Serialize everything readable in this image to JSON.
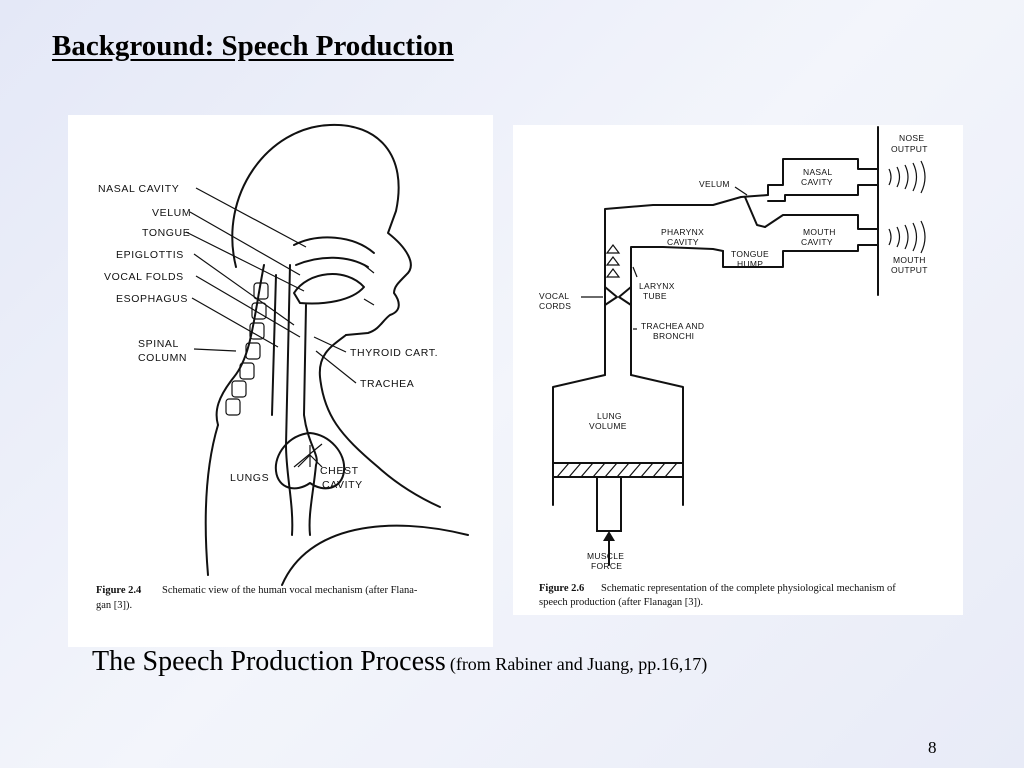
{
  "slide": {
    "title": "Background: Speech Production",
    "caption_main": "The Speech Production Process",
    "caption_source": "(from Rabiner and Juang, pp.16,17)",
    "page_number": "8"
  },
  "figure_left": {
    "labels": {
      "nasal_cavity": "NASAL CAVITY",
      "velum": "VELUM",
      "tongue": "TONGUE",
      "epiglottis": "EPIGLOTTIS",
      "vocal_folds": "VOCAL FOLDS",
      "esophagus": "ESOPHAGUS",
      "spinal_1": "SPINAL",
      "spinal_2": "COLUMN",
      "thyroid": "THYROID CART.",
      "trachea": "TRACHEA",
      "lungs": "LUNGS",
      "chest_1": "CHEST",
      "chest_2": "CAVITY"
    },
    "caption_bold": "Figure 2.4",
    "caption_line1": "Schematic view of the human vocal mechanism (after Flana-",
    "caption_line2": "gan [3])."
  },
  "figure_right": {
    "labels": {
      "nose_1": "NOSE",
      "nose_2": "OUTPUT",
      "velum": "VELUM",
      "nasal_1": "NASAL",
      "nasal_2": "CAVITY",
      "pharynx_1": "PHARYNX",
      "pharynx_2": "CAVITY",
      "mouth_1": "MOUTH",
      "mouth_2": "CAVITY",
      "tongue_1": "TONGUE",
      "tongue_2": "HUMP",
      "mouth_out_1": "MOUTH",
      "mouth_out_2": "OUTPUT",
      "vocal_1": "VOCAL",
      "vocal_2": "CORDS",
      "larynx_1": "LARYNX",
      "larynx_2": "TUBE",
      "trachea_1": "TRACHEA AND",
      "trachea_2": "BRONCHI",
      "lung_1": "LUNG",
      "lung_2": "VOLUME",
      "muscle_1": "MUSCLE",
      "muscle_2": "FORCE"
    },
    "caption_bold": "Figure 2.6",
    "caption_line1": "Schematic representation of the complete physiological mechanism of",
    "caption_line2": "speech production (after Flanagan [3])."
  }
}
